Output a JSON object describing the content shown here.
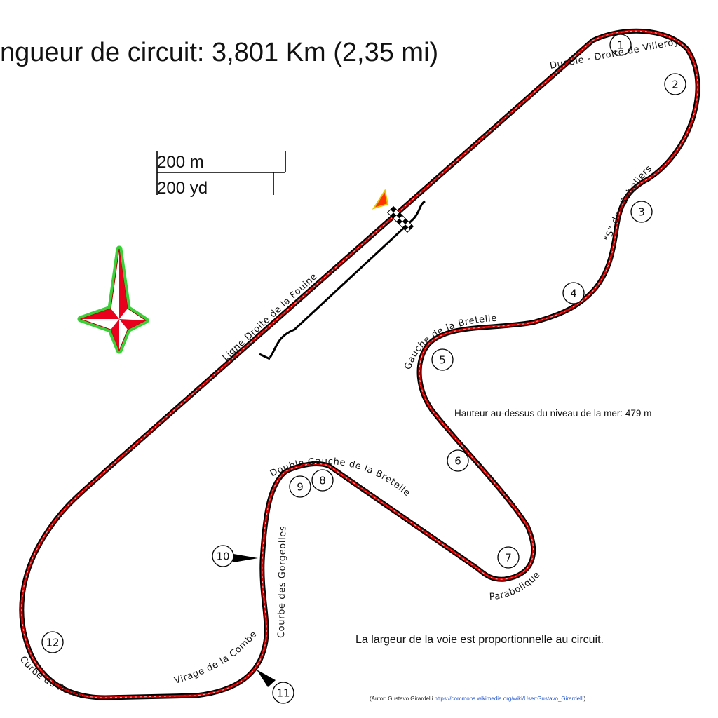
{
  "title": "ngueur de circuit: 3,801 Km (2,35 mi)",
  "scale": {
    "metric_label": "200 m",
    "imperial_label": "200 yd"
  },
  "colors": {
    "track_outer": "#000000",
    "track_inner": "#d40000",
    "dash": "#ffffff",
    "compass_glow": "#22cc22",
    "compass_fill": "#e8001c",
    "start_flag": "#ff3300"
  },
  "icons": {
    "compass": "compass-rose-icon",
    "start_marker": "start-flag-icon",
    "finish_line": "checkered-finish-line-icon"
  },
  "turns": [
    {
      "number": "1"
    },
    {
      "number": "2"
    },
    {
      "number": "3"
    },
    {
      "number": "4"
    },
    {
      "number": "5"
    },
    {
      "number": "6"
    },
    {
      "number": "7"
    },
    {
      "number": "8"
    },
    {
      "number": "9"
    },
    {
      "number": "10"
    },
    {
      "number": "11"
    },
    {
      "number": "12"
    }
  ],
  "corner_names": {
    "c1": "Duoble - Droite de Villeroy",
    "c2": "\"S\" des Sabeliers",
    "c3": "Gauche de la Bretelle",
    "c4": "Double Gauche de la Bretelle",
    "c5": "Parabolique",
    "c6": "Courbe des Gorgeolles",
    "c7": "Virage de la Combe",
    "c8": "Curbe de Pouas",
    "c9": "Ligne Droite de la Fouine"
  },
  "altitude": "Hauteur au-dessus du niveau de la mer: 479 m",
  "lane_note": "La largeur de la voie est proportionnelle au circuit.",
  "credit": {
    "text": "(Autor: Gustavo Girardelli ",
    "link": "https://commons.wikimedia.org/wiki/User:Gustavo_Girardelli",
    "close": ")"
  }
}
